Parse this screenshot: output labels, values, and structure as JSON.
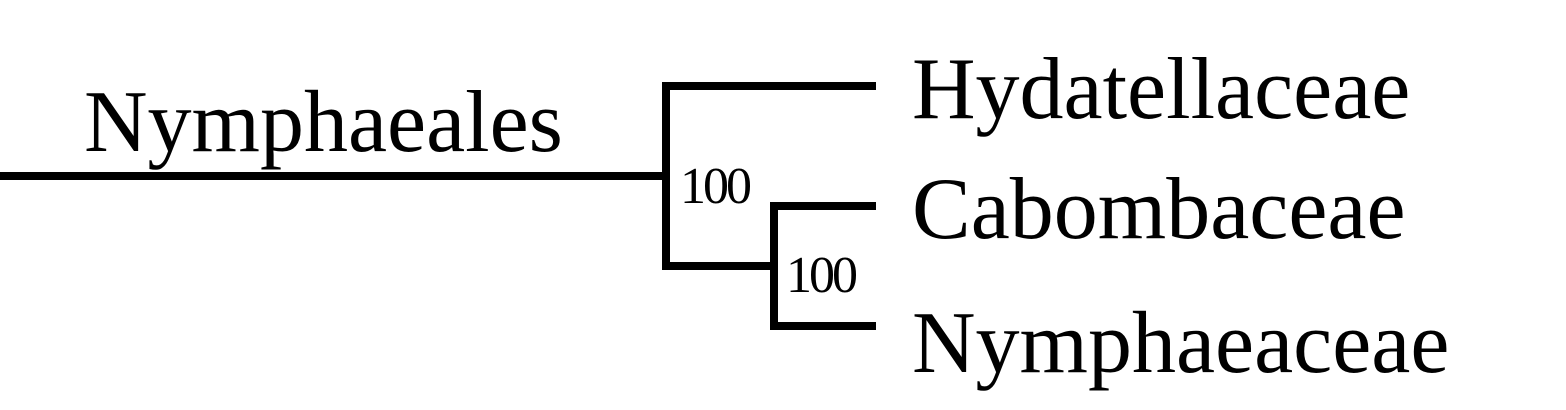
{
  "clade": {
    "label": "Nymphaeales"
  },
  "taxa": [
    {
      "name": "Hydatellaceae"
    },
    {
      "name": "Cabombaceae"
    },
    {
      "name": "Nymphaeaceae"
    }
  ],
  "support_values": {
    "root_node": "100",
    "inner_node": "100"
  },
  "colors": {
    "lines": "#000000",
    "background": "#ffffff"
  }
}
